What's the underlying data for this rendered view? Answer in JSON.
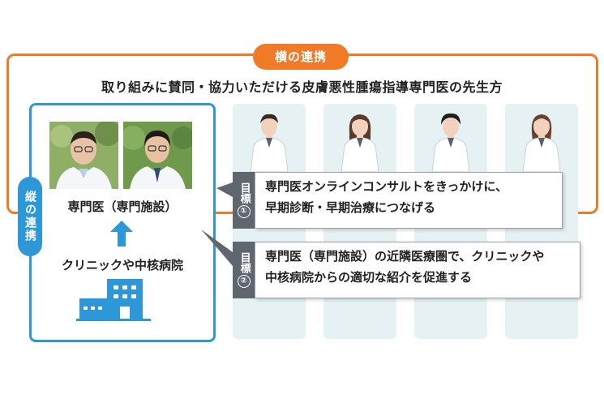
{
  "horizontal": {
    "badge": "横の連携",
    "title": "取り組みに賛同・協力いただける皮膚悪性腫瘍指導専門医の先生方"
  },
  "vertical": {
    "badge": "縦の連携",
    "specialist_label": "専門医（専門施設）",
    "clinic_label": "クリニックや中核病院"
  },
  "goals": [
    {
      "tag": "目標",
      "number": "①",
      "lines": [
        "専門医オンラインコンサルトをきっかけに、",
        "早期診断・早期治療につなげる"
      ]
    },
    {
      "tag": "目標",
      "number": "②",
      "lines": [
        "専門医（専門施設）の近隣医療圏で、クリニックや",
        "中核病院からの適切な紹介を促進する"
      ]
    }
  ],
  "colors": {
    "horizontal_accent": "#f07a26",
    "vertical_accent": "#2e97d8",
    "goal_tag": "#5f6670",
    "doctor_column": "#e6f1f3"
  },
  "icons": {
    "arrow": "up-arrow-icon",
    "building": "hospital-building-icon",
    "doctor": "doctor-illustration-icon"
  }
}
